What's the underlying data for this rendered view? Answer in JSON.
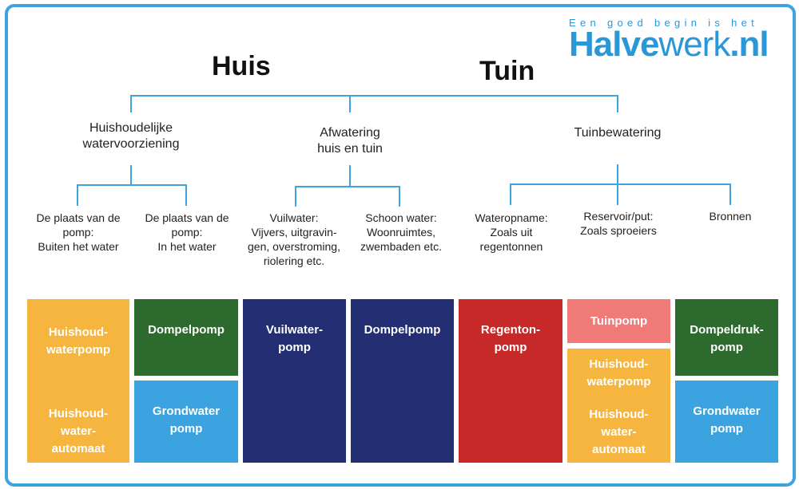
{
  "logo": {
    "tagline": "Een goed begin is het",
    "bold": "Halve",
    "thin": "werk",
    "suffix": ".nl"
  },
  "titles": {
    "huis": "Huis",
    "tuin": "Tuin"
  },
  "categories": [
    {
      "label": "Huishoudelijke\nwatervoorziening"
    },
    {
      "label": "Afwatering\nhuis en tuin"
    },
    {
      "label": "Tuinbewatering"
    }
  ],
  "subcategories": [
    {
      "label": "De plaats van de\npomp:\nBuiten het water"
    },
    {
      "label": "De plaats van de\npomp:\nIn het water"
    },
    {
      "label": "Vuilwater:\nVijvers, uitgravin-\ngen, overstroming,\nriolering etc."
    },
    {
      "label": "Schoon water:\nWoonruimtes,\nzwembaden etc."
    },
    {
      "label": "Wateropname:\nZoals uit\nregentonnen"
    },
    {
      "label": "Reservoir/put:\nZoals sproeiers"
    },
    {
      "label": "Bronnen"
    }
  ],
  "pumps": {
    "huishoud_1": "Huishoud-\nwaterpomp",
    "automaat_1": "Huishoud-\nwater-\nautomaat",
    "dompel_1": "Dompelpomp",
    "grond_1": "Grondwater\npomp",
    "vuilwater": "Vuilwater-\npomp",
    "dompel_2": "Dompelpomp",
    "regenton": "Regenton-\npomp",
    "tuin": "Tuinpomp",
    "huishoud_2": "Huishoud-\nwaterpomp",
    "automaat_2": "Huishoud-\nwater-\nautomaat",
    "dompeldruk": "Dompeldruk-\npomp",
    "grond_2": "Grondwater\npomp"
  },
  "colors": {
    "border": "#3fa3dd",
    "orange": "#f5b53f",
    "green": "#2d6a2e",
    "lightblue": "#3ba3e0",
    "navy": "#232e73",
    "red": "#c72828",
    "salmon": "#f07a78"
  }
}
